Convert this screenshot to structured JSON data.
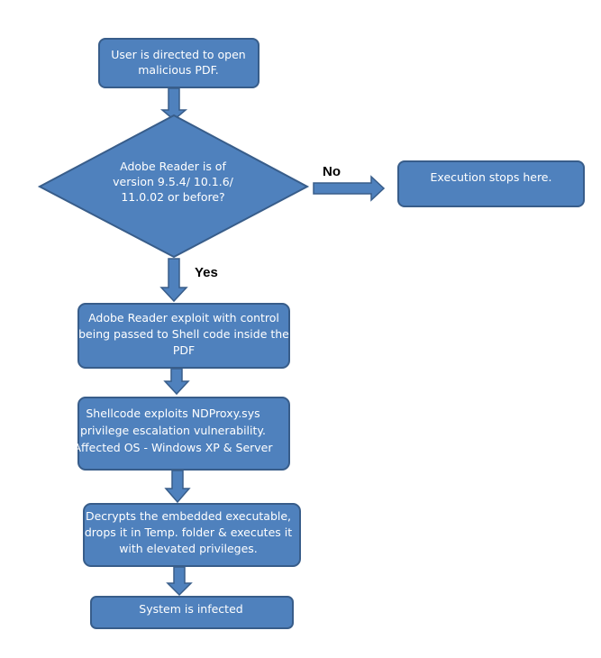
{
  "colors": {
    "node_fill": "#4f81bd",
    "node_stroke": "#385d8a",
    "text": "#ffffff",
    "label_text": "#000000"
  },
  "nodes": {
    "start": {
      "lines": [
        "User is directed to open",
        "malicious PDF."
      ]
    },
    "decision": {
      "lines": [
        "Adobe Reader is of",
        "version 9.5.4/ 10.1.6/",
        "11.0.02 or before?"
      ]
    },
    "stop": {
      "lines": [
        "Execution stops here."
      ]
    },
    "exploit": {
      "lines": [
        "Adobe Reader exploit with control",
        "being passed to Shell code inside the",
        "PDF"
      ]
    },
    "shellcode": {
      "lines": [
        "Shellcode exploits NDProxy.sys",
        "privilege escalation vulnerability.",
        "Affected OS - Windows XP & Server"
      ]
    },
    "decrypt": {
      "lines": [
        "Decrypts the embedded executable,",
        "drops it in Temp. folder & executes it",
        "with elevated privileges."
      ]
    },
    "infected": {
      "lines": [
        "System is infected"
      ]
    }
  },
  "edges": {
    "no_label": "No",
    "yes_label": "Yes"
  }
}
